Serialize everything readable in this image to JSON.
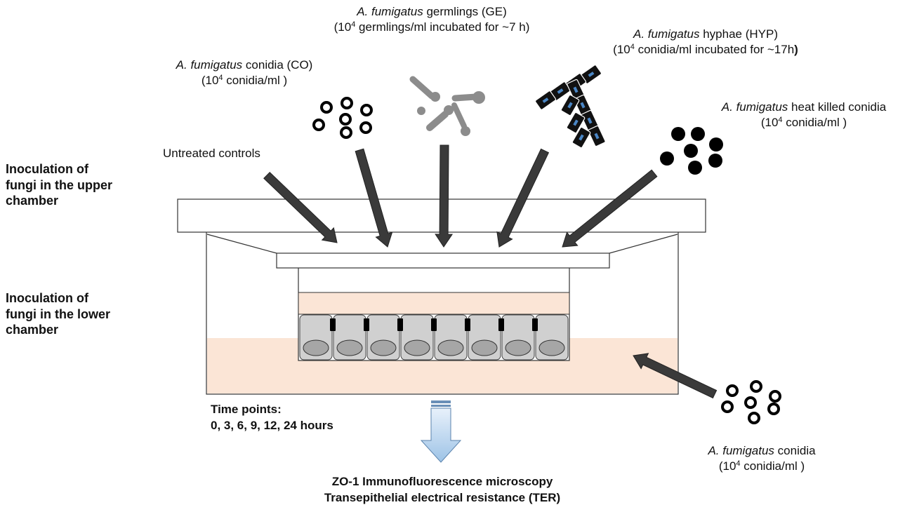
{
  "labels": {
    "co": {
      "species": "A. fumigatus",
      "name": "conidia (CO)",
      "conc_pre": "(10",
      "conc_exp": "4",
      "conc_post": " conidia/ml )"
    },
    "ge": {
      "species": "A. fumigatus",
      "name": "germlings (GE)",
      "conc_pre": "(10",
      "conc_exp": "4",
      "conc_post": " germlings/ml incubated for ~7 h)"
    },
    "hyp": {
      "species": "A. fumigatus",
      "name": "hyphae (HYP)",
      "conc_pre": "(10",
      "conc_exp": "4",
      "conc_post": " conidia/ml incubated for ~17h",
      "conc_close": ")"
    },
    "hk": {
      "species": "A. fumigatus",
      "name": "heat killed conidia",
      "conc_pre": "(10",
      "conc_exp": "4",
      "conc_post": " conidia/ml )"
    },
    "lower": {
      "species": "A. fumigatus",
      "name": "conidia",
      "conc_pre": "(10",
      "conc_exp": "4",
      "conc_post": " conidia/ml )"
    },
    "untreated": "Untreated controls"
  },
  "side": {
    "upper": [
      "Inoculation of",
      "fungi in the upper",
      "chamber"
    ],
    "lower": [
      "Inoculation of",
      "fungi in the lower",
      "chamber"
    ]
  },
  "timepoints": {
    "title": "Time points:",
    "values": "0, 3, 6, 9, 12, 24 hours"
  },
  "readouts": [
    "ZO-1 Immunofluorescence microscopy",
    "Transepithelial electrical resistance (TER)"
  ],
  "colors": {
    "arrow": "#3a3a3a",
    "medium": "#fbe5d6",
    "cell": "#d0d0d0",
    "nucleus": "#a6a6a6",
    "germling": "#8c8c8c",
    "hypha": "#111111",
    "hypha_highlight": "#4a86c5",
    "output_arrow_top": "#dbe9f7",
    "output_arrow_bottom": "#9dc3e6"
  }
}
